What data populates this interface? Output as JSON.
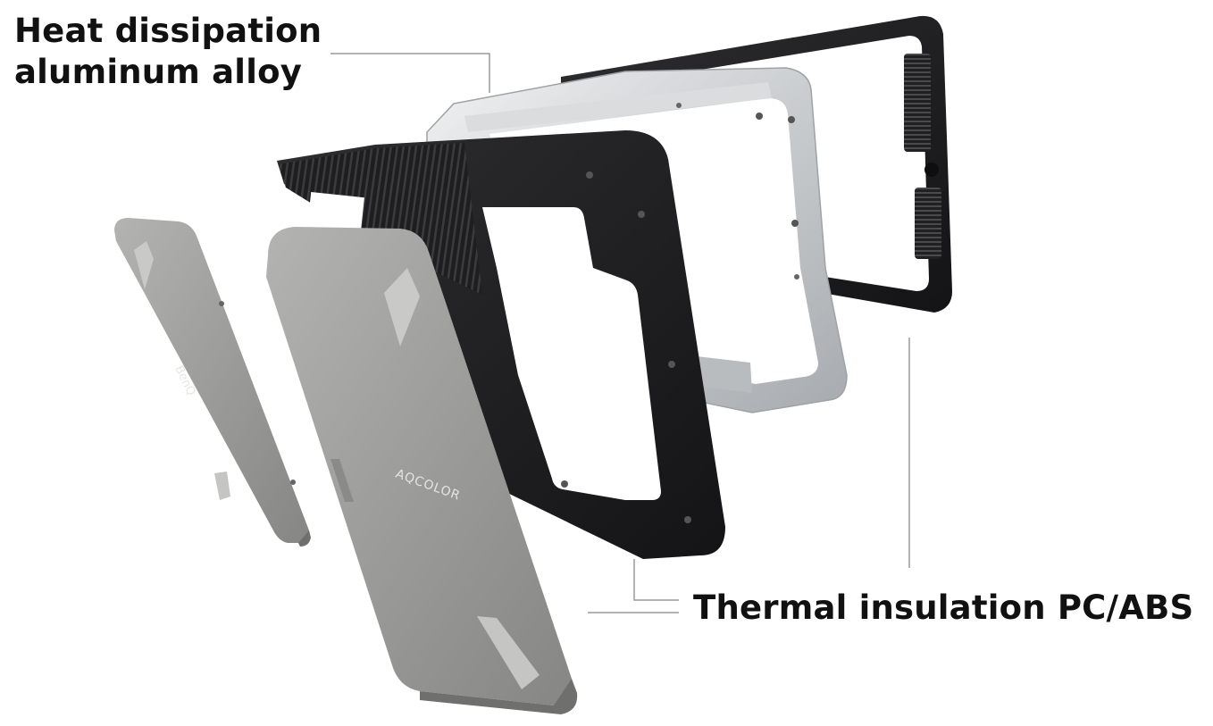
{
  "labels": {
    "top_line1": "Heat dissipation",
    "top_line2": "aluminum alloy",
    "bottom": "Thermal insulation PC/ABS"
  },
  "parts": {
    "small_cover_brand": "BenQ",
    "large_cover_brand": "AQCOLOR"
  },
  "colors": {
    "background": "#ffffff",
    "text": "#111111",
    "leader_line": "#9a9a9a",
    "gray_cover": "#9b9b99",
    "black_frame": "#1c1c1e",
    "aluminum": "#d4d6d8"
  }
}
